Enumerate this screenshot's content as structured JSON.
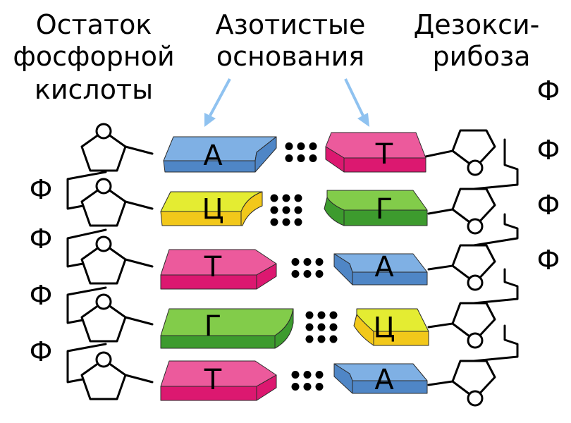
{
  "headers": {
    "left": [
      "Остаток",
      "фосфорной",
      "кислоты"
    ],
    "middle": [
      "Азотистые",
      "основания"
    ],
    "right": [
      "Дезокси-",
      "рибоза"
    ]
  },
  "phosphate_label": "Ф",
  "pairs": [
    {
      "left": "А",
      "right": "Т",
      "bonds": 2
    },
    {
      "left": "Ц",
      "right": "Г",
      "bonds": 3
    },
    {
      "left": "Т",
      "right": "А",
      "bonds": 2
    },
    {
      "left": "Г",
      "right": "Ц",
      "bonds": 3
    },
    {
      "left": "Т",
      "right": "А",
      "bonds": 2
    }
  ],
  "colors": {
    "А": {
      "top": "#7fb0e4",
      "side": "#4f86c6"
    },
    "Т": {
      "top": "#ec5a9c",
      "side": "#dc1870"
    },
    "Ц": {
      "top": "#e4ec32",
      "side": "#f2c81a"
    },
    "Г": {
      "top": "#82cc4a",
      "side": "#3d9b2e"
    },
    "arrow": "#8fc2f0"
  }
}
